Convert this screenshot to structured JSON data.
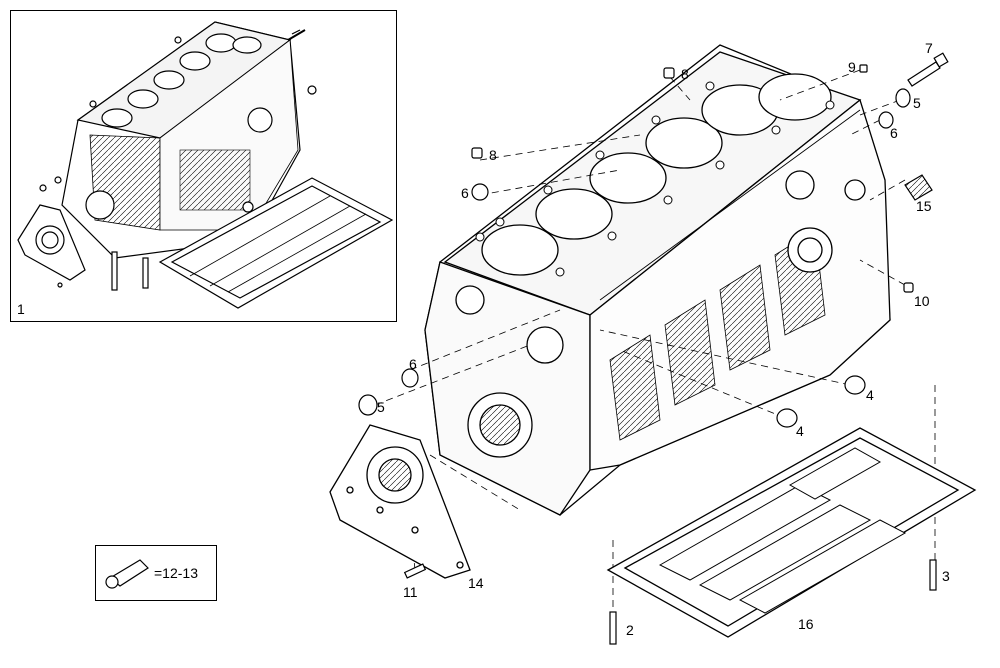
{
  "inset": {
    "label": "1"
  },
  "legend": {
    "text": "=12-13",
    "icon": "sealant-tube-icon"
  },
  "callouts": [
    {
      "id": "c8a",
      "text": "8"
    },
    {
      "id": "c9",
      "text": "9"
    },
    {
      "id": "c7",
      "text": "7"
    },
    {
      "id": "c5a",
      "text": "5"
    },
    {
      "id": "c6a",
      "text": "6"
    },
    {
      "id": "c8b",
      "text": "8"
    },
    {
      "id": "c6b",
      "text": "6"
    },
    {
      "id": "c15",
      "text": "15"
    },
    {
      "id": "c10",
      "text": "10"
    },
    {
      "id": "c6c",
      "text": "6"
    },
    {
      "id": "c5b",
      "text": "5"
    },
    {
      "id": "c4a",
      "text": "4"
    },
    {
      "id": "c4b",
      "text": "4"
    },
    {
      "id": "c3",
      "text": "3"
    },
    {
      "id": "c11",
      "text": "11"
    },
    {
      "id": "c14",
      "text": "14"
    },
    {
      "id": "c2",
      "text": "2"
    },
    {
      "id": "c16",
      "text": "16"
    }
  ]
}
